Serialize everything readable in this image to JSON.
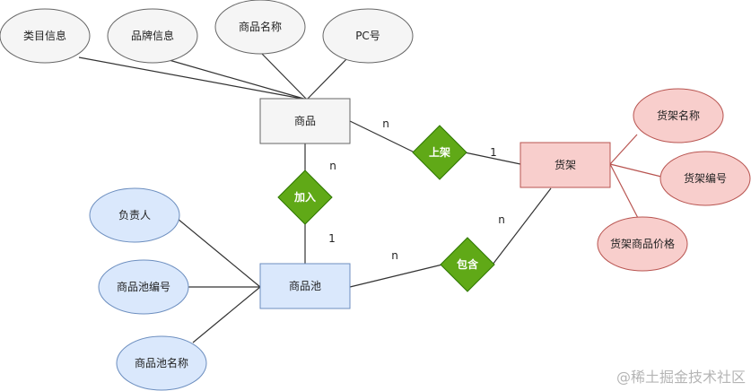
{
  "entities": {
    "goods": "商品",
    "shelf": "货架",
    "pool": "商品池"
  },
  "attributes": {
    "category_info": "类目信息",
    "brand_info": "品牌信息",
    "goods_name": "商品名称",
    "pc_no": "PC号",
    "shelf_name": "货架名称",
    "shelf_no": "货架编号",
    "shelf_goods_price": "货架商品价格",
    "owner": "负责人",
    "pool_no": "商品池编号",
    "pool_name": "商品池名称"
  },
  "relations": {
    "list_on_shelf": "上架",
    "join": "加入",
    "contain": "包含"
  },
  "cardinalities": {
    "goods_shelf_goods": "n",
    "goods_shelf_shelf": "1",
    "goods_join_goods": "n",
    "goods_join_pool": "1",
    "pool_contain_pool": "n",
    "pool_contain_shelf": "n"
  },
  "watermark": "@稀土掘金技术社区",
  "colors": {
    "gray_fill": "#f5f5f5",
    "gray_stroke": "#666666",
    "red_fill": "#f8cecc",
    "red_stroke": "#b85450",
    "blue_fill": "#dae8fc",
    "blue_stroke": "#6c8ebf",
    "green_fill": "#60a917",
    "green_stroke": "#2d7600"
  }
}
